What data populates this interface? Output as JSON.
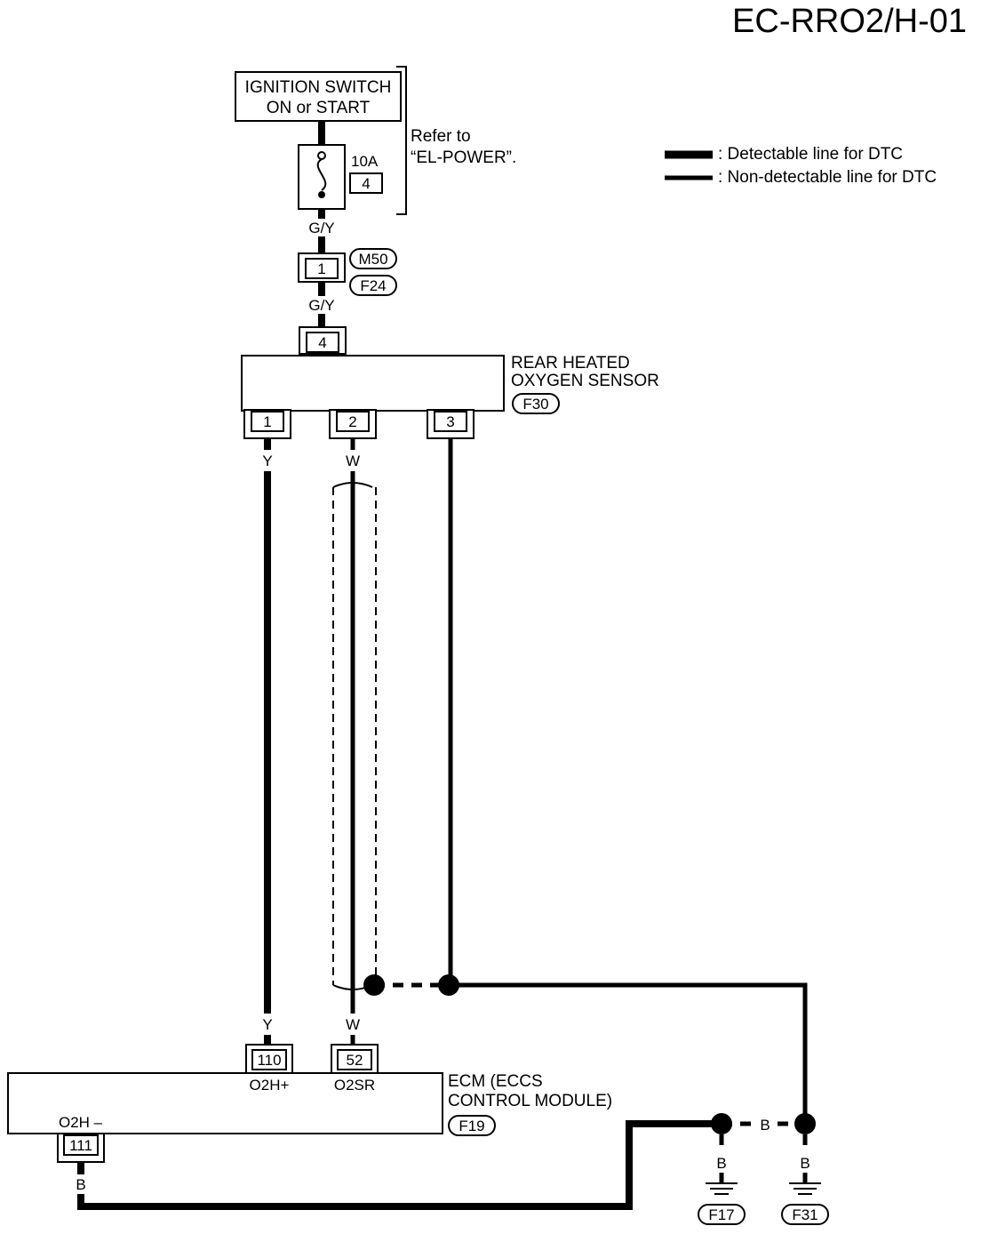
{
  "title": "EC-RRO2/H-01",
  "legend": {
    "detectable": ": Detectable line for DTC",
    "non_detectable": ": Non-detectable line for DTC"
  },
  "ignition": {
    "line1": "IGNITION SWITCH",
    "line2": "ON or START",
    "refer1": "Refer to",
    "refer2": "“EL-POWER”."
  },
  "fuse": {
    "rating": "10A",
    "number": "4"
  },
  "wires": {
    "gy_top": "G/Y",
    "gy_mid": "G/Y",
    "y_top": "Y",
    "w_top": "W",
    "y_bottom": "Y",
    "w_bottom": "W",
    "b_ecm": "B",
    "b_middle": "B",
    "b_f17": "B",
    "b_f31": "B"
  },
  "connector_m50": {
    "pin": "1",
    "id_top": "M50",
    "id_bottom": "F24"
  },
  "sensor": {
    "line1": "REAR HEATED",
    "line2": "OXYGEN SENSOR",
    "connector": "F30",
    "pin_top": "4",
    "pins": [
      "1",
      "2",
      "3"
    ]
  },
  "ecm": {
    "line1": "ECM (ECCS",
    "line2": "CONTROL MODULE)",
    "connector": "F19",
    "pins": {
      "o2h_plus": "110",
      "o2sr": "52",
      "o2h_minus": "111"
    },
    "labels": {
      "o2h_plus": "O2H+",
      "o2sr": "O2SR",
      "o2h_minus": "O2H –"
    }
  },
  "grounds": {
    "left": "F17",
    "right": "F31"
  }
}
